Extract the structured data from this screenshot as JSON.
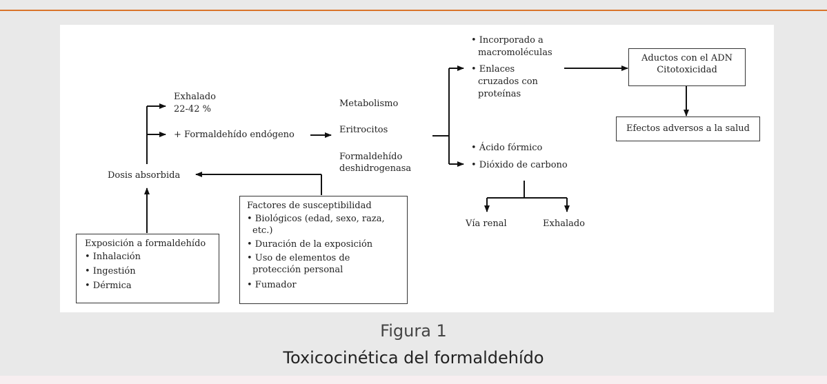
{
  "diagram": {
    "exhaled": [
      "Exhalado",
      "22-42 %"
    ],
    "endogenous": "+ Formaldehído endógeno",
    "absorbed_dose": "Dosis absorbida",
    "processes": [
      "Metabolismo",
      "Eritrocitos",
      "Formaldehído",
      "deshidrogenasa"
    ],
    "fate_top": [
      "• Incorporado a",
      "macromoléculas",
      "• Enlaces",
      "cruzados con",
      "proteínas"
    ],
    "fate_bottom": [
      "• Ácido fórmico",
      "• Dióxido de carbono"
    ],
    "adducts_box": [
      "Aductos con el ADN",
      "Citotoxicidad"
    ],
    "effects_box": "Efectos adversos a la salud",
    "routes": [
      "Vía renal",
      "Exhalado"
    ],
    "exposure_box": {
      "title": "Exposición a formaldehído",
      "items": [
        "• Inhalación",
        "• Ingestión",
        "• Dérmica"
      ]
    },
    "susceptibility_box": {
      "title": "Factores de susceptibilidad",
      "items": [
        "• Biológicos (edad, sexo, raza,",
        "etc.)",
        "• Duración de la exposición",
        "• Uso de elementos de",
        "protección personal",
        "• Fumador"
      ]
    }
  },
  "caption": {
    "figure_label": "Figura 1",
    "title": "Toxicocinética del formaldehído"
  },
  "colors": {
    "accent_line": "#d9742a",
    "background": "#e9e9e9",
    "panel": "#ffffff"
  }
}
